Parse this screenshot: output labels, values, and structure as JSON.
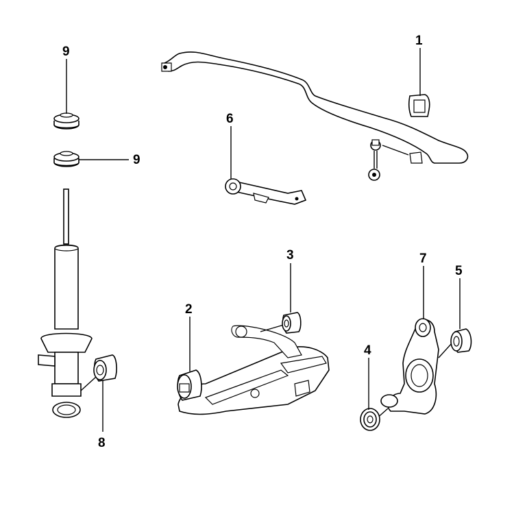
{
  "diagram": {
    "callouts": [
      {
        "id": "c1",
        "text": "1"
      },
      {
        "id": "c2",
        "text": "2"
      },
      {
        "id": "c3",
        "text": "3"
      },
      {
        "id": "c4",
        "text": "4"
      },
      {
        "id": "c5",
        "text": "5"
      },
      {
        "id": "c6",
        "text": "6"
      },
      {
        "id": "c7",
        "text": "7"
      },
      {
        "id": "c8",
        "text": "8"
      },
      {
        "id": "c9a",
        "text": "9"
      },
      {
        "id": "c9b",
        "text": "9"
      }
    ]
  },
  "colors": {
    "line": "#000000",
    "background": "#ffffff"
  }
}
